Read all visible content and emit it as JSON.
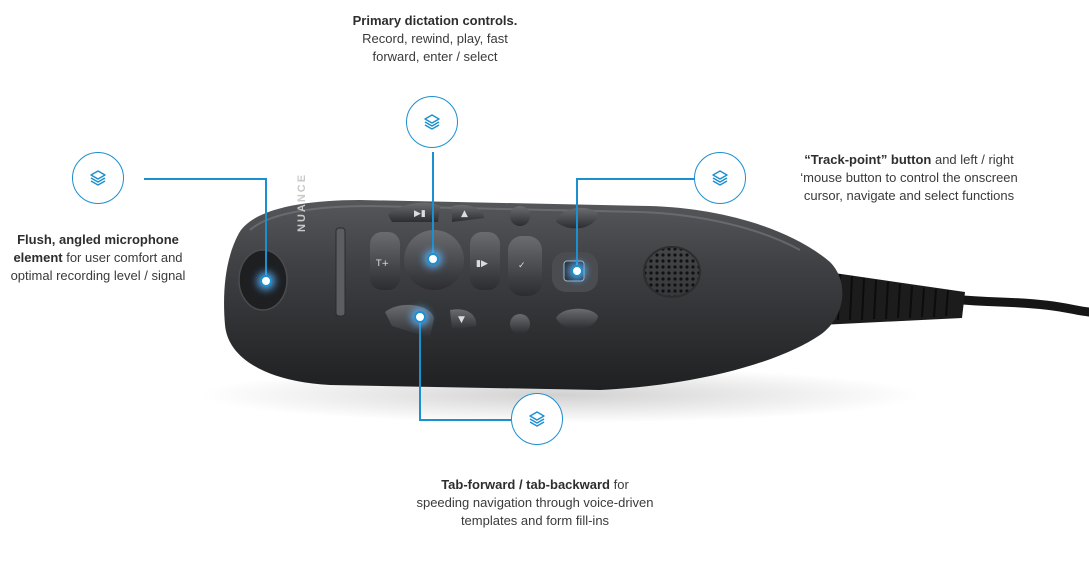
{
  "captions": {
    "top": {
      "bold": "Primary dictation controls.",
      "line1": "Record, rewind, play, fast",
      "line2": "forward, enter / select"
    },
    "left": {
      "bold1": "Flush, angled microphone",
      "bold2": "element",
      "rest1": " for user comfort and",
      "line3": "optimal recording level / signal"
    },
    "right": {
      "bold": "“Track-point” button",
      "rest1": " and left / right",
      "line2": "‘mouse button to control the onscreen",
      "line3": "cursor, navigate and select functions"
    },
    "bottom": {
      "bold": "Tab-forward / tab-backward",
      "rest1": " for",
      "line2": "speeding navigation through voice-driven",
      "line3": "templates and form fill-ins"
    }
  },
  "device": {
    "brand": "NUANCE"
  },
  "icons": {
    "hotspot": "layers-icon"
  },
  "colors": {
    "accent": "#1c8fd0",
    "device_body": "#3a3b3d",
    "glow": "#5ab4ff"
  }
}
